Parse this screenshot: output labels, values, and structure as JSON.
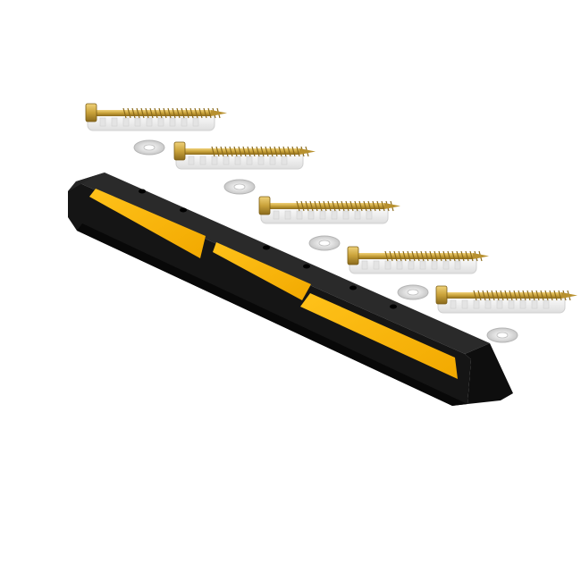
{
  "scene": {
    "background_color": "#ffffff",
    "subject": "parking-wheel-stop-kit",
    "components": {
      "wheel_stop": {
        "body_color": "#141414",
        "reflector_color": "#f7b500",
        "reflector_strip_count": 3,
        "mounting_hole_count": 6
      },
      "lag_screw_sets": {
        "count": 5,
        "screw_color": "#c9a23a",
        "anchor_color": "#f2f2f2",
        "washer_color": "#dcdcdc"
      }
    }
  }
}
